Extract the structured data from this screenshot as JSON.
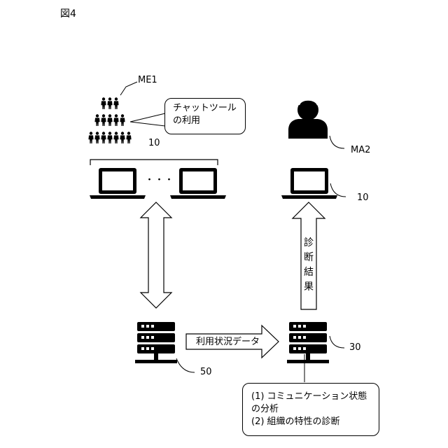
{
  "figure_label": "図4",
  "labels": {
    "me1": "ME1",
    "ma2": "MA2",
    "ten_left": "10",
    "ten_right": "10",
    "thirty": "30",
    "fifty": "50",
    "dots": "・・・"
  },
  "bubble_chat": {
    "line1": "チャットツール",
    "line2": "の利用"
  },
  "arrow_usage": "利用状況データ",
  "arrow_result": [
    "診",
    "断",
    "結",
    "果"
  ],
  "bubble_analysis": {
    "line1": "(1) コミュニケーション状態",
    "line2": "の分析",
    "line3": "(2) 組織の特性の診断"
  }
}
